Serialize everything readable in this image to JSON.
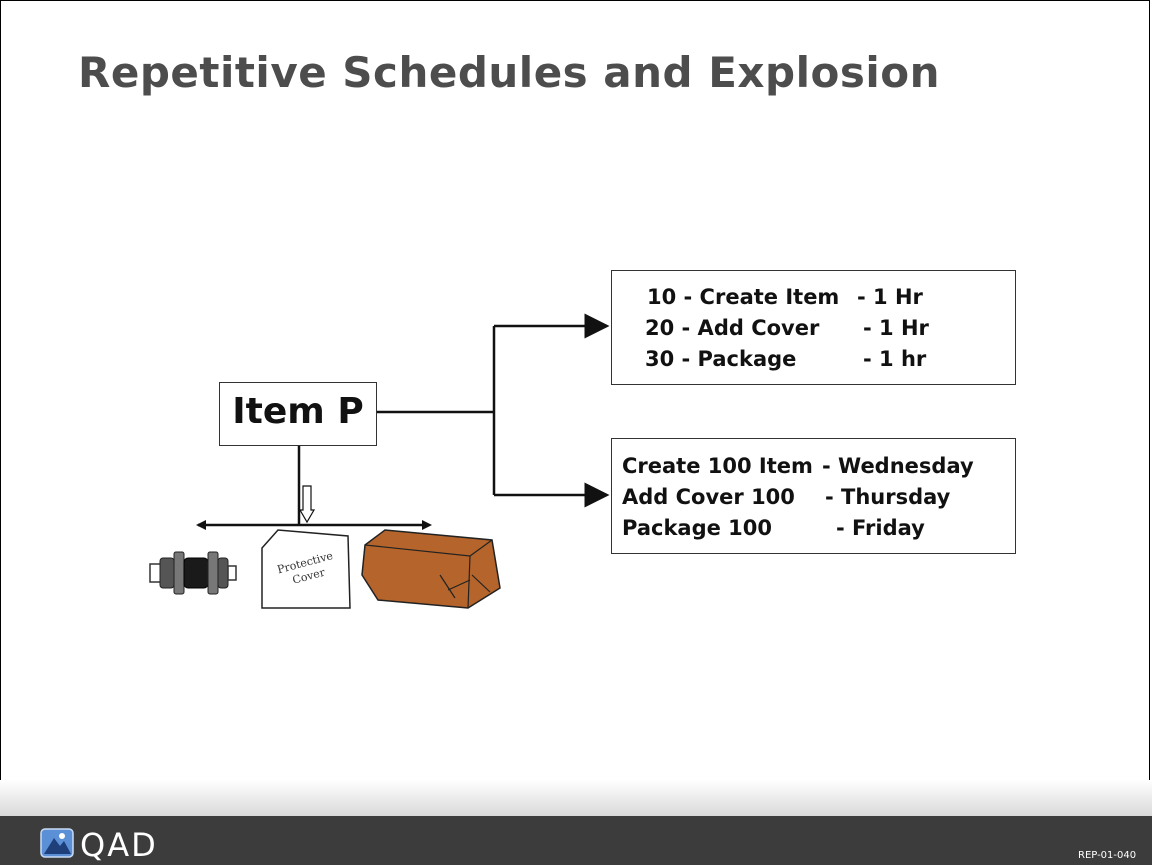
{
  "slide": {
    "title": "Repetitive Schedules and Explosion",
    "item_box_label": "Item P",
    "operations": [
      {
        "seq": "10 - Create Item",
        "time": "- 1 Hr"
      },
      {
        "seq": "20 - Add Cover",
        "time": "- 1 Hr"
      },
      {
        "seq": "30 - Package",
        "time": "- 1 hr"
      }
    ],
    "schedule": [
      {
        "task": "Create 100 Item",
        "day": "- Wednesday"
      },
      {
        "task": "Add Cover 100",
        "day": "- Thursday"
      },
      {
        "task": "Package 100",
        "day": "- Friday"
      }
    ],
    "cover_text_line1": "Protective",
    "cover_text_line2": "Cover"
  },
  "footer": {
    "logo_text": "QAD",
    "slide_code": "REP-01-040"
  },
  "colors": {
    "title": "#4d4d4d",
    "footer": "#3c3c3c",
    "box_brown": "#b5652b"
  }
}
